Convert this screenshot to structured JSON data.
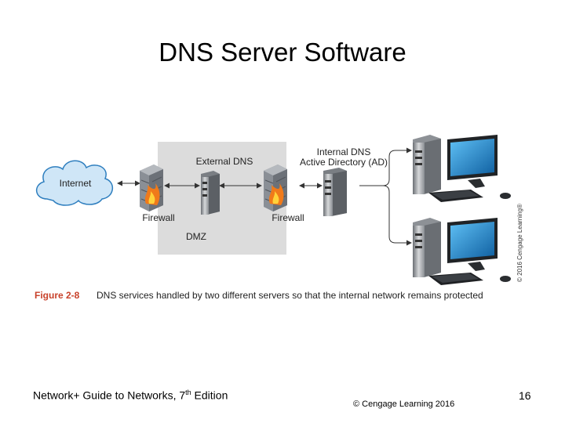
{
  "slide": {
    "title": "DNS Server Software",
    "footer_left_prefix": "Network+ Guide to Networks, 7",
    "footer_left_sup": "th",
    "footer_left_suffix": " Edition",
    "footer_center": "© Cengage Learning 2016",
    "page_number": "16"
  },
  "figure": {
    "labels": {
      "internet": "Internet",
      "external_dns": "External DNS",
      "firewall_left": "Firewall",
      "firewall_right": "Firewall",
      "dmz": "DMZ",
      "internal_dns_line1": "Internal DNS",
      "internal_dns_line2": "Active Directory (AD)",
      "copyright_vertical": "© 2016 Cengage Learning®"
    },
    "caption_number": "Figure 2-8",
    "caption_text": "DNS services handled by two different servers so that the internal network remains protected",
    "colors": {
      "caption_accent": "#c8412a",
      "dmz_zone": "#dcdcdc",
      "cloud": "#cfe6f7",
      "cloud_stroke": "#2f7fbf",
      "monitor_screen": "#1d8ad1",
      "firewall_flame": "#f07a1a"
    }
  }
}
